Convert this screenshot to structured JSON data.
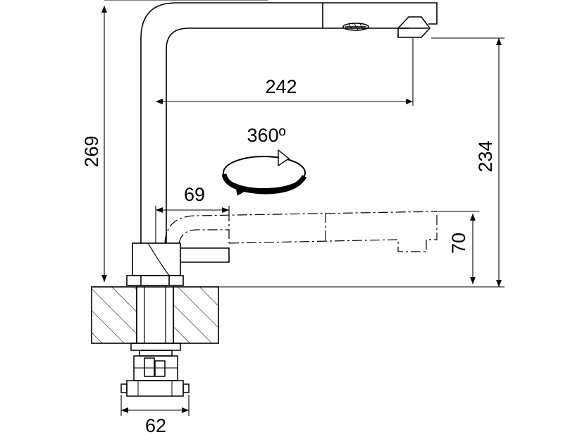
{
  "dimensions": {
    "spout_height": "269",
    "reach": "242",
    "rotation": "360º",
    "outlet_height": "234",
    "pullout_reach": "69",
    "pullout_height": "70",
    "base_width": "62"
  }
}
